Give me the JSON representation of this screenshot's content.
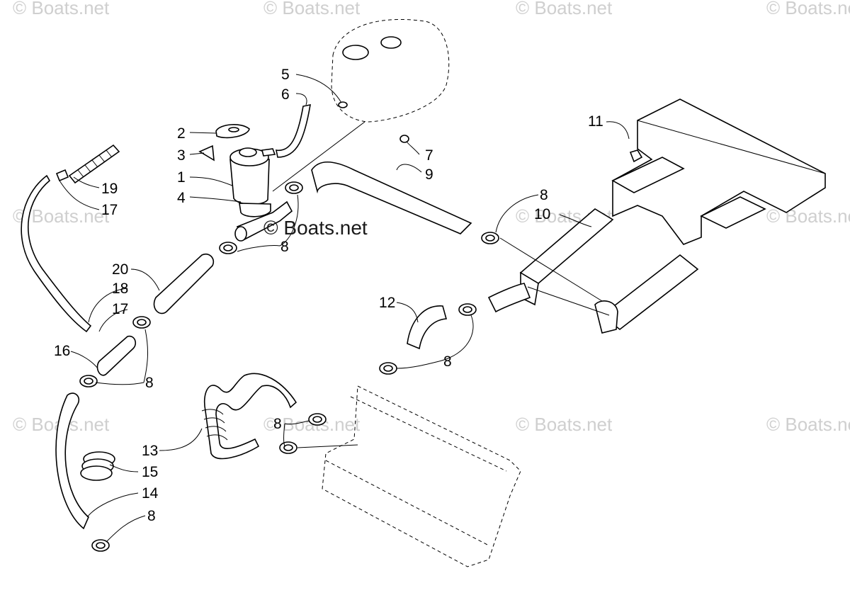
{
  "watermark": {
    "text": "© Boats.net",
    "center_text": "© Boats.net"
  },
  "callouts": {
    "c1": "1",
    "c2": "2",
    "c3": "3",
    "c4": "4",
    "c5": "5",
    "c6": "6",
    "c7": "7",
    "c8a": "8",
    "c8b": "8",
    "c8c": "8",
    "c8d": "8",
    "c8e": "8",
    "c8f": "8",
    "c9": "9",
    "c10": "10",
    "c11": "11",
    "c12": "12",
    "c13": "13",
    "c14": "14",
    "c15": "15",
    "c16": "16",
    "c17a": "17",
    "c17b": "17",
    "c18": "18",
    "c19": "19",
    "c20": "20"
  },
  "colors": {
    "line": "#000000",
    "watermark": "#cfcfcf",
    "background": "#ffffff"
  }
}
